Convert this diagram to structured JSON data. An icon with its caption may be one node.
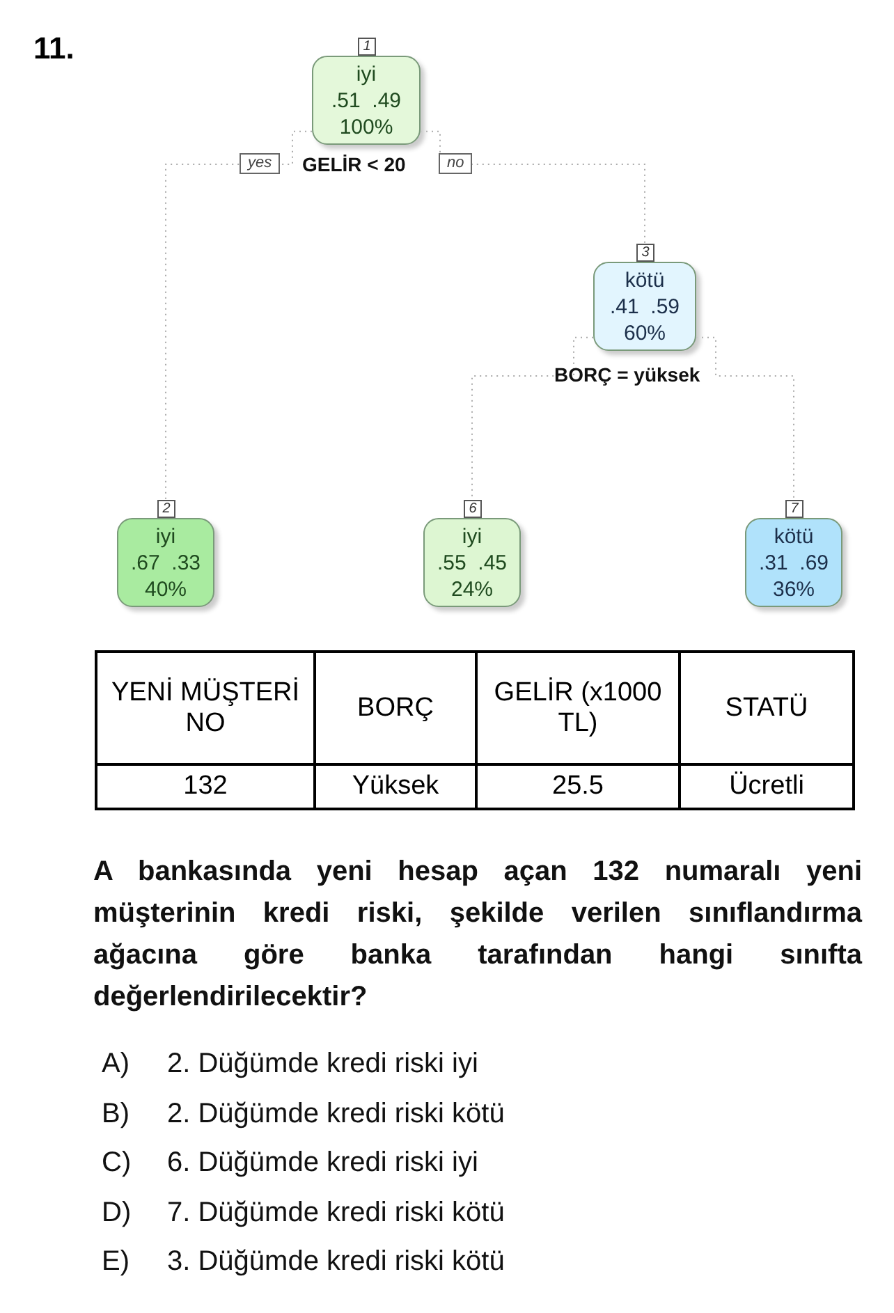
{
  "diagram": {
    "nodes": [
      {
        "text": [
          "iyi",
          ".51  .49",
          "100%"
        ],
        "beside": [
          "1",
          "GELİR < 20"
        ]
      },
      {
        "text": [
          "kötü",
          ".41  .59",
          "60%"
        ],
        "beside": [
          "3",
          "BORÇ = yüksek"
        ]
      },
      {
        "text": [
          "iyi",
          ".67  .33",
          "40%"
        ],
        "beside": [
          "2"
        ]
      },
      {
        "text": [
          "iyi",
          ".55  .45",
          "24%"
        ],
        "beside": [
          "6"
        ]
      },
      {
        "text": [
          "kötü",
          ".31  .69",
          "36%"
        ],
        "beside": [
          "7"
        ]
      }
    ],
    "edges": [
      {
        "from": 0,
        "to": 2,
        "arrow": "none",
        "label": "yes"
      },
      {
        "from": 0,
        "to": 1,
        "arrow": "none",
        "label": "no"
      },
      {
        "from": 1,
        "to": 3,
        "arrow": "none"
      },
      {
        "from": 1,
        "to": 4,
        "arrow": "none"
      }
    ],
    "labels": [
      "11.",
      "YENİ MÜŞTERİ NO",
      "BORÇ",
      "GELİR (x1000 TL)",
      "STATÜ",
      "132",
      "Yüksek",
      "25.5",
      "Ücretli",
      "A bankasında yeni hesap açan 132 numaralı yeni müşterinin kredi riski, şekilde verilen sınıflandırma ağacına göre banka tarafından hangi sınıfta değerlendirilecektir?",
      "A)",
      "2. Düğümde kredi riski iyi",
      "B)",
      "2. Düğümde kredi riski kötü",
      "C)",
      "6. Düğümde kredi riski iyi",
      "D)",
      "7. Düğümde kredi riski kötü",
      "E)",
      "3. Düğümde kredi riski kötü"
    ]
  }
}
